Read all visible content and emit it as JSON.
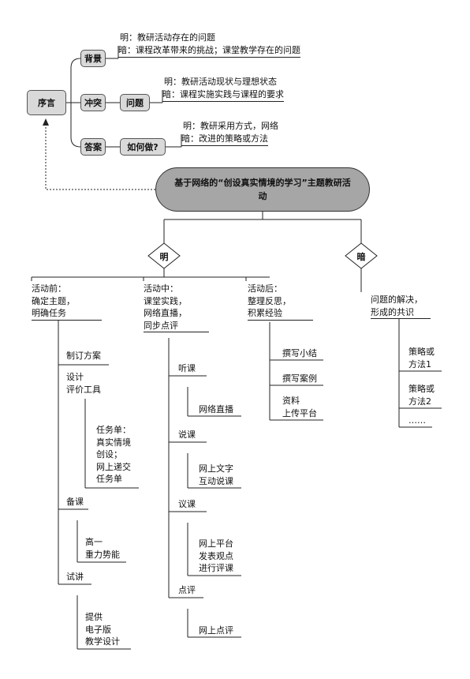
{
  "root": "序言",
  "preface": {
    "background": {
      "label": "背景",
      "light": "明：教研活动存在的问题",
      "dark": "暗：课程改革带来的挑战；课堂教学存在的问题"
    },
    "conflict": {
      "label": "冲突",
      "sub": "问题",
      "light": "明：教研活动现状与理想状态",
      "dark": "暗：课程实施实践与课程的要求"
    },
    "answer": {
      "label": "答案",
      "sub": "如何做?",
      "light": "明：教研采用方式，网络",
      "dark": "暗：改进的策略或方法"
    }
  },
  "main_topic": "基于网络的“创设真实情境的学习”主题教研活动",
  "ming": {
    "label": "明",
    "before": {
      "title": "活动前：\n确定主题，\n明确任务",
      "items": [
        {
          "label": "制订方案"
        },
        {
          "label": "设计\n评价工具",
          "sub": "任务单：\n真实情境\n创设；\n网上递交\n任务单"
        },
        {
          "label": "备课",
          "sub": "高一\n重力势能"
        },
        {
          "label": "试讲",
          "sub": "提供\n电子版\n教学设计"
        }
      ]
    },
    "during": {
      "title": "活动中：\n课堂实践，\n网络直播，\n同步点评",
      "items": [
        {
          "label": "听课",
          "sub": "网络直播"
        },
        {
          "label": "说课",
          "sub": "网上文字\n互动说课"
        },
        {
          "label": "议课",
          "sub": "网上平台\n发表观点\n进行评课"
        },
        {
          "label": "点评",
          "sub": "网上点评"
        }
      ]
    },
    "after": {
      "title": "活动后：\n整理反思，\n积累经验",
      "items": [
        "撰写小结",
        "撰写案例",
        "资料\n上传平台"
      ]
    }
  },
  "an": {
    "label": "暗",
    "title": "问题的解决，\n形成的共识",
    "items": [
      "策略或\n方法1",
      "策略或\n方法2",
      "……"
    ]
  }
}
